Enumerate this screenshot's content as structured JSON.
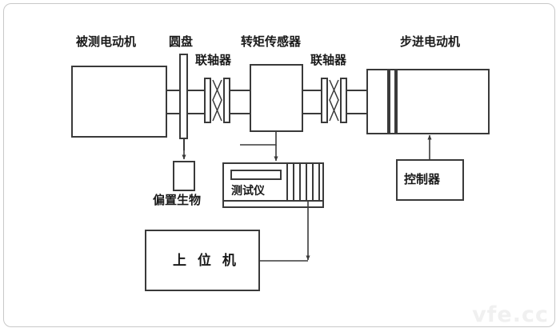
{
  "diagram": {
    "title_watermark": "vfe.cc",
    "blocks": [
      {
        "id": "tested_motor",
        "label": "被测电动机",
        "name": "block-tested-motor"
      },
      {
        "id": "disc",
        "label": "圆盘",
        "name": "block-disc"
      },
      {
        "id": "coupling_left",
        "label": "联轴器",
        "name": "block-coupling-left"
      },
      {
        "id": "torque_sensor",
        "label": "转矩传感器",
        "name": "block-torque-sensor"
      },
      {
        "id": "coupling_right",
        "label": "联轴器",
        "name": "block-coupling-right"
      },
      {
        "id": "stepper_motor",
        "label": "步进电动机",
        "name": "block-stepper-motor"
      },
      {
        "id": "bias_device",
        "label": "偏置生物",
        "name": "block-bias-device"
      },
      {
        "id": "tester",
        "label": "测试仪",
        "name": "block-tester"
      },
      {
        "id": "controller",
        "label": "控制器",
        "name": "block-controller"
      },
      {
        "id": "host_computer",
        "label": "上 位 机",
        "name": "block-host-computer"
      }
    ],
    "colors": {
      "line": "#3a3a3a",
      "frame": "#c9c9c9",
      "text": "#1a1a1a",
      "watermark": "#f0f0f0",
      "background": "#ffffff"
    }
  }
}
